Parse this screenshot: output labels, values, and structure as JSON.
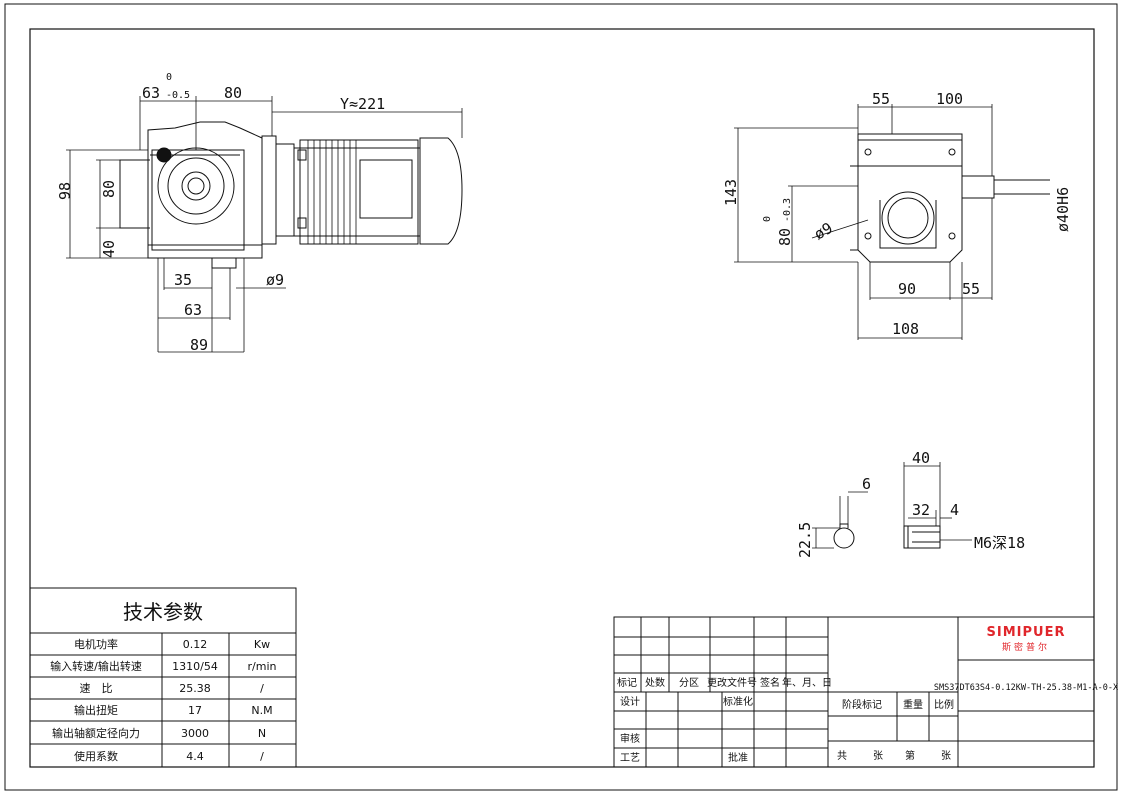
{
  "tech_table": {
    "title": "技术参数",
    "rows": [
      {
        "label": "电机功率",
        "value": "0.12",
        "unit": "Kw"
      },
      {
        "label": "输入转速/输出转速",
        "value": "1310/54",
        "unit": "r/min"
      },
      {
        "label": "速　比",
        "value": "25.38",
        "unit": "/"
      },
      {
        "label": "输出扭矩",
        "value": "17",
        "unit": "N.M"
      },
      {
        "label": "输出轴额定径向力",
        "value": "3000",
        "unit": "N"
      },
      {
        "label": "使用系数",
        "value": "4.4",
        "unit": "/"
      }
    ]
  },
  "title_block": {
    "brand": "SIMIPUER",
    "brand_cn": "斯密普尔",
    "model": "SMS37DT63S4-0.12KW-TH-25.38-M1-A-0-X",
    "header": [
      "标记",
      "处数",
      "分区",
      "更改文件号",
      "签名",
      "年、月、日"
    ],
    "design": "设计",
    "standardize": "标准化",
    "review": "审核",
    "process": "工艺",
    "approve": "批准",
    "stage_mark": "阶段标记",
    "weight": "重量",
    "scale": "比例",
    "total": "共",
    "sheets": "张",
    "no": "第",
    "sheet": "张"
  },
  "dims_left": {
    "tol_top": "0",
    "d63": "63",
    "tol_bottom": "-0.5",
    "d80": "80",
    "y": "Y≈221",
    "d98": "98",
    "d80v": "80",
    "d40": "40",
    "d35": "35",
    "d63b": "63",
    "d89": "89",
    "phi9": "ø9"
  },
  "dims_right": {
    "d55": "55",
    "d100": "100",
    "d143": "143",
    "tol_top": "0",
    "d80": "80",
    "tol_bottom": "-0.3",
    "phi9": "ø9",
    "shaft": "ø40H6",
    "d90": "90",
    "d55b": "55",
    "d108": "108"
  },
  "dims_detail": {
    "d6": "6",
    "d22_5": "22.5",
    "d40": "40",
    "d32": "32",
    "d4": "4",
    "thread": "M6深18"
  },
  "colors": {
    "brand": "#e0262b",
    "line": "#111111"
  }
}
